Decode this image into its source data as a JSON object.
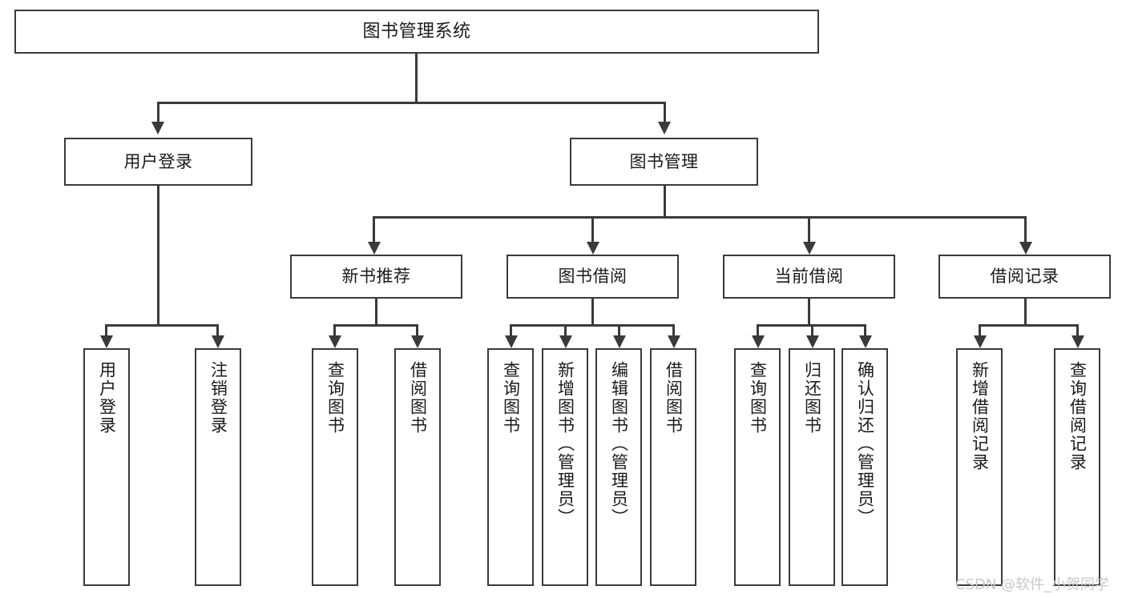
{
  "diagram": {
    "title": "图书管理系统",
    "type": "tree-hierarchy",
    "root": {
      "id": "root",
      "label": "图书管理系统"
    },
    "level2": [
      {
        "id": "user-login",
        "label": "用户登录"
      },
      {
        "id": "book-manage",
        "label": "图书管理"
      }
    ],
    "level3": [
      {
        "id": "new-book-recommend",
        "label": "新书推荐"
      },
      {
        "id": "book-borrow",
        "label": "图书借阅"
      },
      {
        "id": "current-borrow",
        "label": "当前借阅"
      },
      {
        "id": "borrow-record",
        "label": "借阅记录"
      }
    ],
    "leaves": {
      "user_login": [
        {
          "id": "leaf-user-login",
          "label": "用户登录"
        },
        {
          "id": "leaf-logout-login",
          "label": "注销登录"
        }
      ],
      "new_book_recommend": [
        {
          "id": "leaf-query-book-1",
          "label": "查询图书"
        },
        {
          "id": "leaf-borrow-book-1",
          "label": "借阅图书"
        }
      ],
      "book_borrow": [
        {
          "id": "leaf-query-book-2",
          "label": "查询图书"
        },
        {
          "id": "leaf-add-book",
          "label": "新增图书（管理员）"
        },
        {
          "id": "leaf-edit-book",
          "label": "编辑图书（管理员）"
        },
        {
          "id": "leaf-borrow-book-2",
          "label": "借阅图书"
        }
      ],
      "current_borrow": [
        {
          "id": "leaf-query-book-3",
          "label": "查询图书"
        },
        {
          "id": "leaf-return-book",
          "label": "归还图书"
        },
        {
          "id": "leaf-confirm-return",
          "label": "确认归还（管理员）"
        }
      ],
      "borrow_record": [
        {
          "id": "leaf-add-borrow-record",
          "label": "新增借阅记录"
        },
        {
          "id": "leaf-query-borrow-record",
          "label": "查询借阅记录"
        }
      ]
    }
  },
  "watermark": {
    "text": "CSDN @软件_小贺同学"
  },
  "colors": {
    "stroke": "#3a3a3a",
    "text": "#1a1a1a",
    "background": "#ffffff",
    "watermark": "#c9c9c9"
  }
}
